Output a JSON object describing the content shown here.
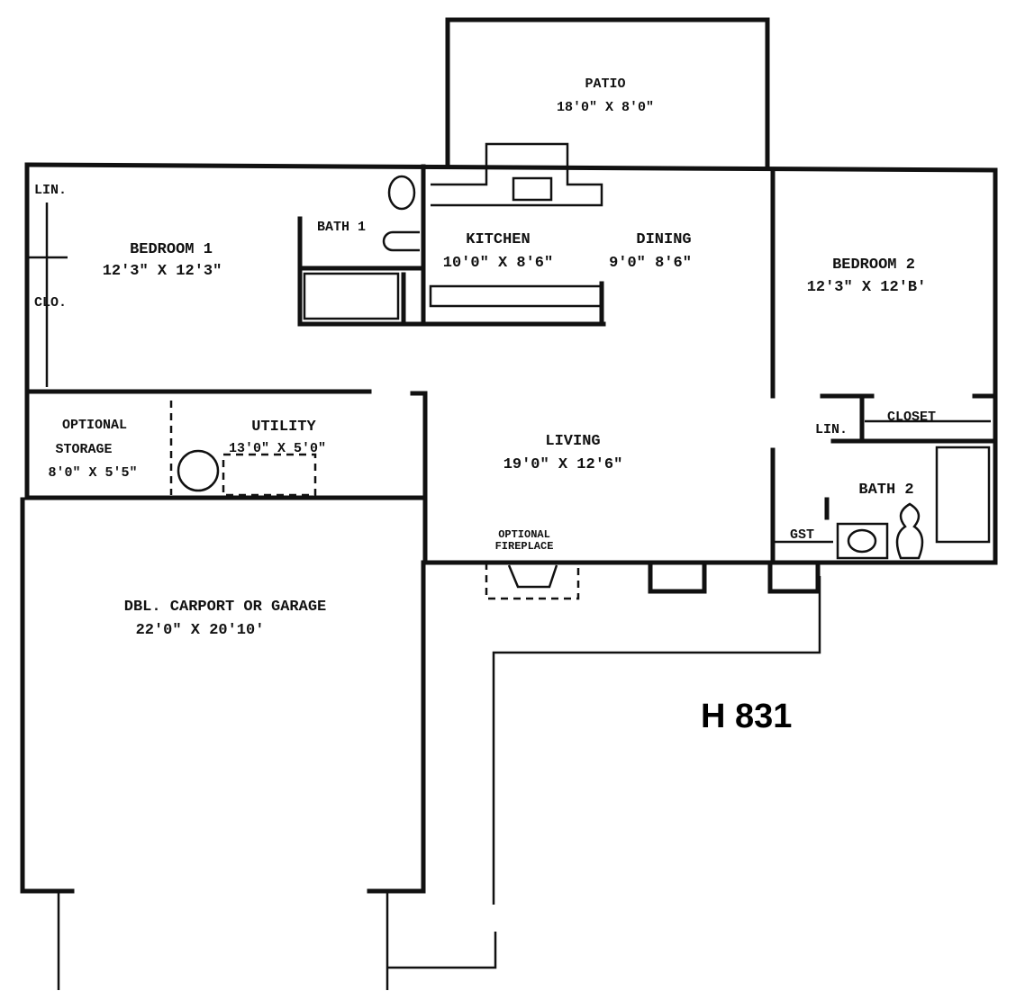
{
  "plan_code": "H 831",
  "rooms": {
    "patio": {
      "name": "PATIO",
      "size": "18'0\" X 8'0\""
    },
    "bedroom1": {
      "name": "BEDROOM 1",
      "size": "12'3\" X 12'3\""
    },
    "bath1": {
      "name": "BATH 1"
    },
    "kitchen": {
      "name": "KITCHEN",
      "size": "10'0\" X 8'6\""
    },
    "dining": {
      "name": "DINING",
      "size": "9'0\" 8'6\""
    },
    "bedroom2": {
      "name": "BEDROOM 2",
      "size": "12'3\" X 12'B'"
    },
    "living": {
      "name": "LIVING",
      "size": "19'0\" X 12'6\""
    },
    "storage": {
      "name_line1": "OPTIONAL",
      "name_line2": "STORAGE",
      "size": "8'0\" X 5'5\""
    },
    "utility": {
      "name": "UTILITY",
      "size": "13'0\" X 5'0\""
    },
    "bath2": {
      "name": "BATH 2"
    },
    "carport": {
      "name": "DBL. CARPORT OR GARAGE",
      "size": "22'0\" X 20'10'"
    }
  },
  "labels": {
    "lin1": "LIN.",
    "clo": "CLO.",
    "lin2": "LIN.",
    "closet": "CLOSET",
    "gst": "GST",
    "fireplace_line1": "OPTIONAL",
    "fireplace_line2": "FIREPLACE"
  }
}
